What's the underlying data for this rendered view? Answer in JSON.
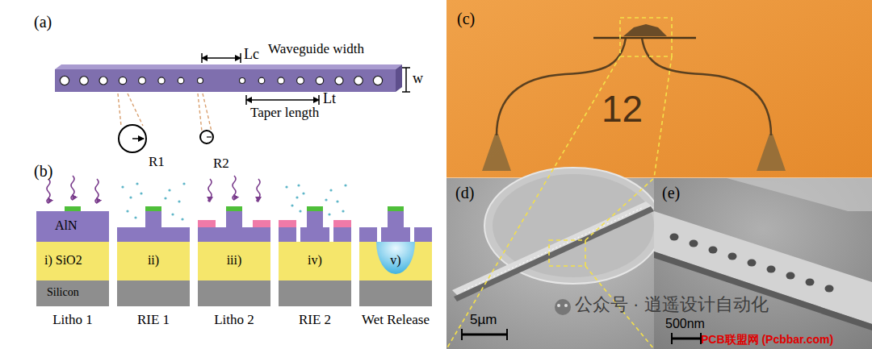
{
  "diagram": {
    "labels": [
      "(a)",
      "Lc",
      "Waveguide width",
      "w",
      "Lt",
      "Taper length",
      "R1",
      "R2",
      "(b)",
      "AlN",
      "i) SiO2",
      "Silicon",
      "ii)",
      "iii)",
      "iv)",
      "v)",
      "Litho 1",
      "RIE 1",
      "Litho 2",
      "RIE 2",
      "Wet Release",
      "(c)",
      "12",
      "(d)",
      "(e)",
      "5µm",
      "500nm",
      "公众号 · 逍遥设计自动化",
      "PCB联盟网 (Pcbbar.com)"
    ]
  }
}
